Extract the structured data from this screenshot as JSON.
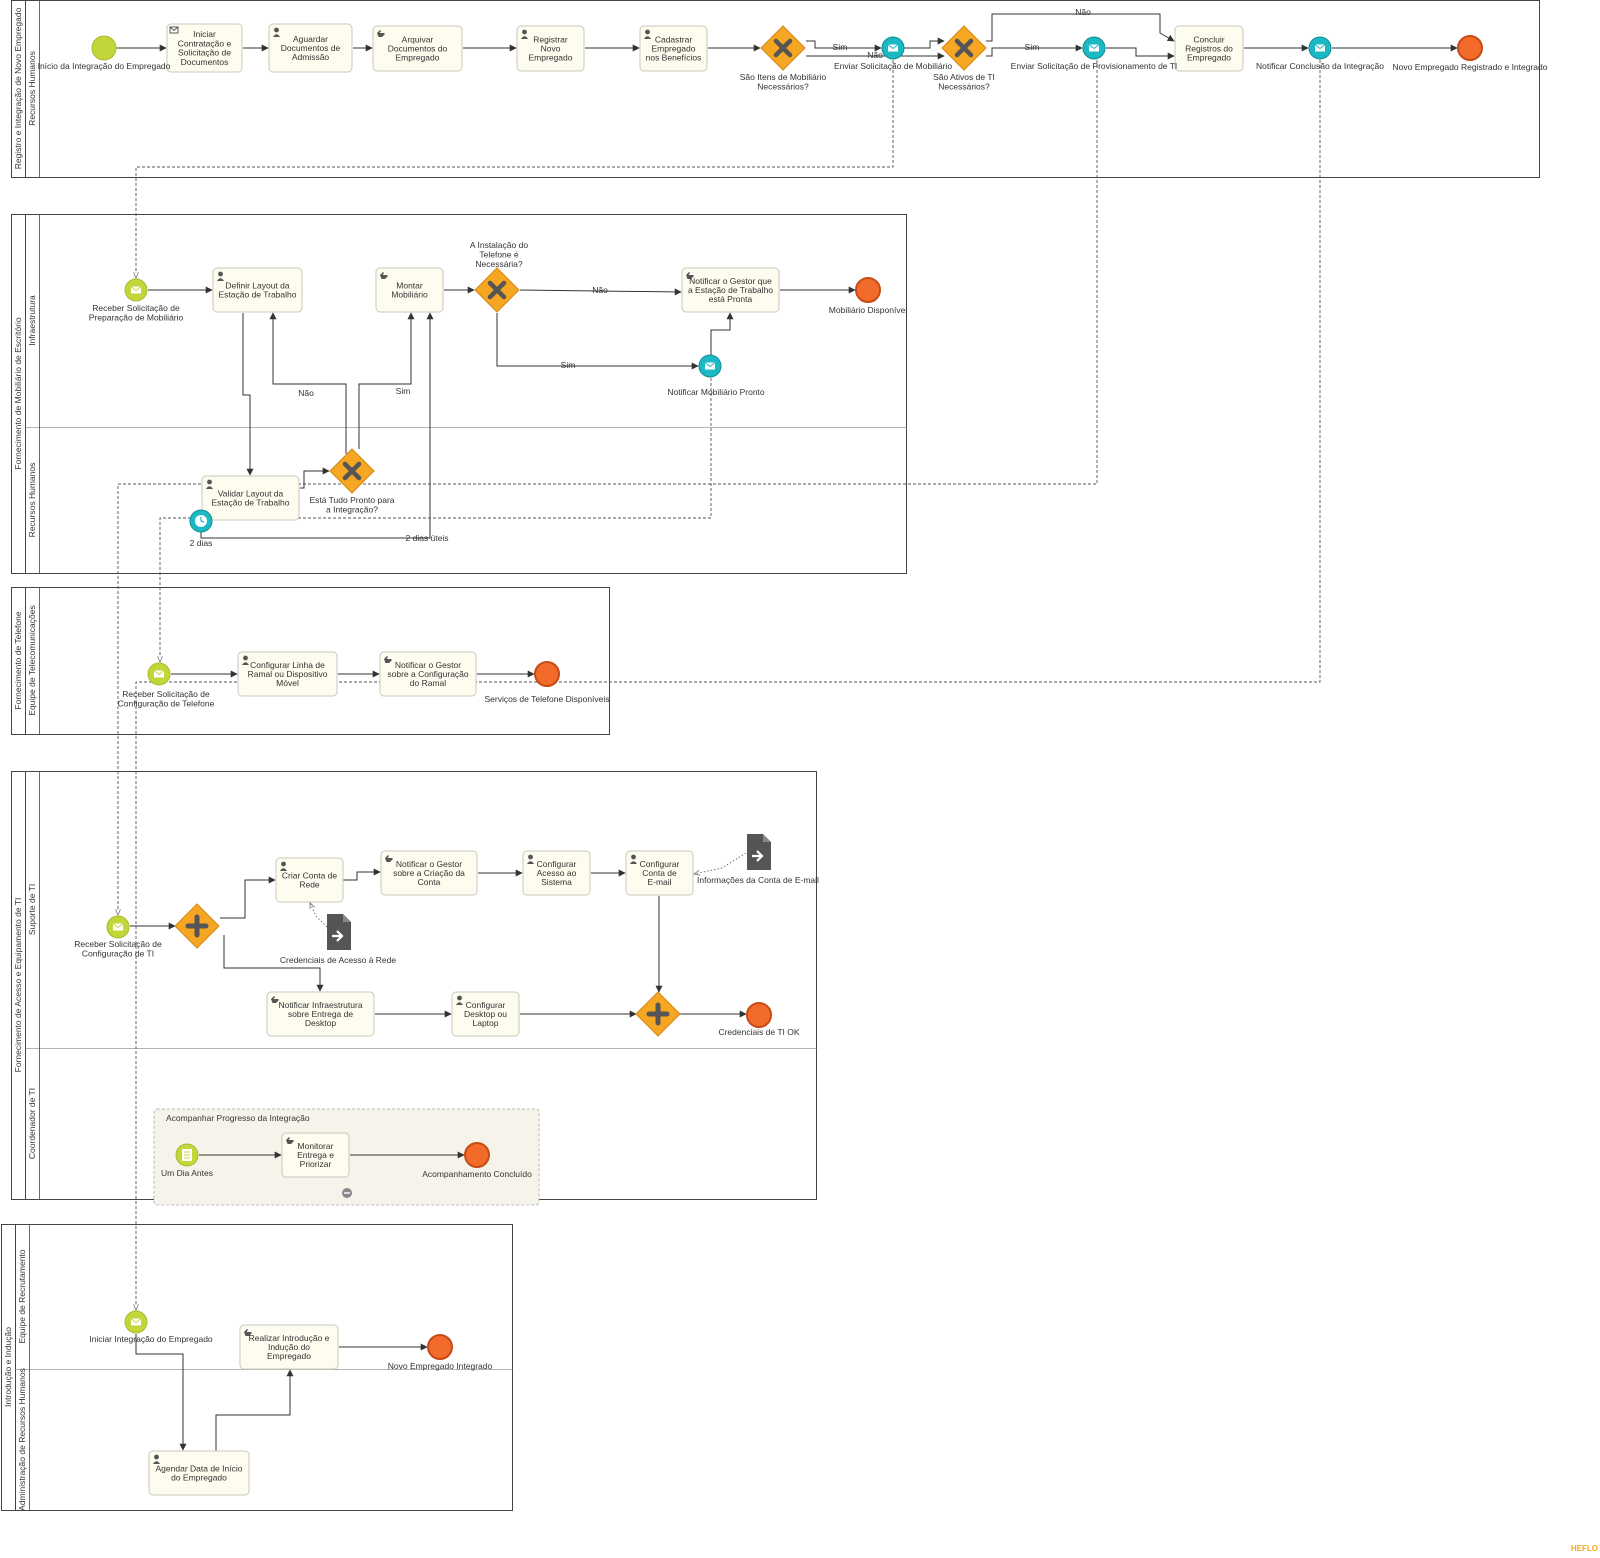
{
  "pools": [
    {
      "id": "p1",
      "label": "Registro e Integração de Novo Empregado",
      "lanes": [
        "Recursos Humanos"
      ]
    },
    {
      "id": "p2",
      "label": "Fornecimento de Mobiliário de Escritório",
      "lanes": [
        "Infraestrutura",
        "Recursos Humanos"
      ]
    },
    {
      "id": "p3",
      "label": "Fornecimento de Telefone",
      "lanes": [
        "Equipe de Telecomunicações"
      ]
    },
    {
      "id": "p4",
      "label": "Fornecimento de Acesso e Equipamento de TI",
      "lanes": [
        "Suporte de TI",
        "Coordenador de TI"
      ]
    },
    {
      "id": "p5",
      "label": "Introdução e Indução",
      "lanes": [
        "Equipe de Recrutamento",
        "Administração de Recursos Humanos"
      ]
    }
  ],
  "tasks": [
    {
      "id": "t1",
      "lines": [
        "Iniciar",
        "Contratação e",
        "Solicitação de",
        "Documentos"
      ],
      "icon": "envelope-icon"
    },
    {
      "id": "t2",
      "lines": [
        "Aguardar",
        "Documentos de",
        "Admissão"
      ],
      "icon": "user-icon"
    },
    {
      "id": "t3",
      "lines": [
        "Arquivar",
        "Documentos do",
        "Empregado"
      ],
      "icon": "hand-icon"
    },
    {
      "id": "t4",
      "lines": [
        "Registrar",
        "Novo",
        "Empregado"
      ],
      "icon": "user-icon"
    },
    {
      "id": "t5",
      "lines": [
        "Cadastrar",
        "Empregado",
        "nos Benefícios"
      ],
      "icon": "user-icon"
    },
    {
      "id": "t6",
      "lines": [
        "Concluir",
        "Registros do",
        "Empregado"
      ],
      "icon": ""
    },
    {
      "id": "t7",
      "lines": [
        "Definir Layout da",
        "Estação de Trabalho"
      ],
      "icon": "user-icon"
    },
    {
      "id": "t8",
      "lines": [
        "Montar",
        "Mobiliário"
      ],
      "icon": "hand-icon"
    },
    {
      "id": "t9",
      "lines": [
        "Notificar o Gestor que",
        "a Estação de Trabalho",
        "está Pronta"
      ],
      "icon": "hand-icon"
    },
    {
      "id": "t10",
      "lines": [
        "Validar Layout da",
        "Estação de Trabalho"
      ],
      "icon": "user-icon"
    },
    {
      "id": "t11",
      "lines": [
        "Configurar Linha de",
        "Ramal ou Dispositivo",
        "Móvel"
      ],
      "icon": "user-icon"
    },
    {
      "id": "t12",
      "lines": [
        "Notificar o Gestor",
        "sobre a Configuração",
        "do Ramal"
      ],
      "icon": "hand-icon"
    },
    {
      "id": "t13",
      "lines": [
        "Criar Conta de",
        "Rede"
      ],
      "icon": "user-icon"
    },
    {
      "id": "t14",
      "lines": [
        "Notificar o Gestor",
        "sobre a Criação da",
        "Conta"
      ],
      "icon": "hand-icon"
    },
    {
      "id": "t15",
      "lines": [
        "Configurar",
        "Acesso ao",
        "Sistema"
      ],
      "icon": "user-icon"
    },
    {
      "id": "t16",
      "lines": [
        "Configurar",
        "Conta de",
        "E-mail"
      ],
      "icon": "user-icon"
    },
    {
      "id": "t17",
      "lines": [
        "Notificar Infraestrutura",
        "sobre Entrega de",
        "Desktop"
      ],
      "icon": "hand-icon"
    },
    {
      "id": "t18",
      "lines": [
        "Configurar",
        "Desktop ou",
        "Laptop"
      ],
      "icon": "user-icon"
    },
    {
      "id": "t19",
      "lines": [
        "Monitorar",
        "Entrega e",
        "Priorizar"
      ],
      "icon": "hand-icon"
    },
    {
      "id": "t20",
      "lines": [
        "Realizar Introdução e",
        "Indução do",
        "Empregado"
      ],
      "icon": "hand-icon"
    },
    {
      "id": "t21",
      "lines": [
        "Agendar Data de Início",
        "do Empregado"
      ],
      "icon": "user-icon"
    }
  ],
  "events": [
    {
      "id": "e1",
      "kind": "start",
      "lines": [
        "Início da Integração do Empregado"
      ]
    },
    {
      "id": "e2",
      "kind": "message",
      "lines": [
        "Enviar Solicitação de Mobiliário"
      ]
    },
    {
      "id": "e3",
      "kind": "message",
      "lines": [
        "Enviar Solicitação de Provisionamento de TI"
      ]
    },
    {
      "id": "e4",
      "kind": "message",
      "lines": [
        "Notificar Conclusão da Integração"
      ]
    },
    {
      "id": "e5",
      "kind": "end",
      "lines": [
        "Novo Empregado Registrado e Integrado"
      ]
    },
    {
      "id": "e6",
      "kind": "start-message",
      "lines": [
        "Receber Solicitação de",
        "Preparação de Mobiliário"
      ]
    },
    {
      "id": "e7",
      "kind": "end",
      "lines": [
        "Mobiliário Disponível"
      ]
    },
    {
      "id": "e8",
      "kind": "message",
      "lines": [
        "Notificar Mobiliário Pronto"
      ]
    },
    {
      "id": "e9",
      "kind": "timer",
      "lines": [
        "2 dias"
      ]
    },
    {
      "id": "e10",
      "kind": "start-message",
      "lines": [
        "Receber Solicitação de",
        "Configuração de Telefone"
      ]
    },
    {
      "id": "e11",
      "kind": "end",
      "lines": [
        "Serviços de Telefone Disponíveis"
      ]
    },
    {
      "id": "e12",
      "kind": "start-message",
      "lines": [
        "Receber Solicitação de",
        "Configuração de TI"
      ]
    },
    {
      "id": "e13",
      "kind": "end",
      "lines": [
        "Credenciais de TI OK"
      ]
    },
    {
      "id": "e14",
      "kind": "start-conditional",
      "lines": [
        "Um Dia Antes"
      ]
    },
    {
      "id": "e15",
      "kind": "end",
      "lines": [
        "Acompanhamento Concluído"
      ]
    },
    {
      "id": "e16",
      "kind": "start-message",
      "lines": [
        "Iniciar Integração do Empregado"
      ]
    },
    {
      "id": "e17",
      "kind": "end",
      "lines": [
        "Novo Empregado Integrado"
      ]
    }
  ],
  "gateways": [
    {
      "id": "g1",
      "kind": "exclusive",
      "lines": [
        "São Itens de Mobiliário",
        "Necessários?"
      ]
    },
    {
      "id": "g2",
      "kind": "exclusive",
      "lines": [
        "São Ativos de TI",
        "Necessários?"
      ]
    },
    {
      "id": "g3",
      "kind": "exclusive",
      "lines": [
        "A Instalação do",
        "Telefone é",
        "Necessária?"
      ]
    },
    {
      "id": "g4",
      "kind": "exclusive",
      "lines": [
        "Está Tudo Pronto para",
        "a Integração?"
      ]
    },
    {
      "id": "g5",
      "kind": "parallel",
      "lines": []
    },
    {
      "id": "g6",
      "kind": "parallel",
      "lines": []
    }
  ],
  "dataobjects": [
    {
      "id": "d1",
      "lines": [
        "Credenciais de Acesso à Rede"
      ],
      "icon": "document-input-icon"
    },
    {
      "id": "d2",
      "lines": [
        "Informações da Conta de E-mail"
      ],
      "icon": "document-input-icon"
    }
  ],
  "subprocess": {
    "id": "sp1",
    "label": "Acompanhar Progresso da Integração"
  },
  "flow_labels": {
    "sim": "Sim",
    "nao": "Não",
    "dois_dias_uteis": "2 dias úteis"
  },
  "colors": {
    "task_fill": "#fdfcef",
    "gateway": "#f5a623",
    "start": "#c2d63a",
    "end": "#f26b2a",
    "message": "#1bb9c4",
    "lane_border": "#444444"
  },
  "watermark": "HEFLO"
}
